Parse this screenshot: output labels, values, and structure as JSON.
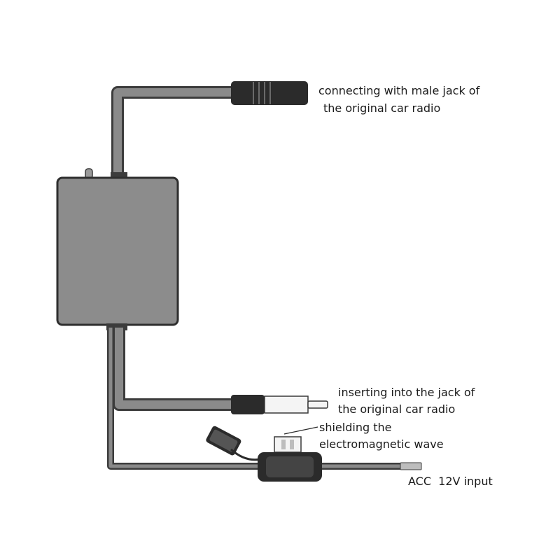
{
  "labels": {
    "male_jack": [
      "connecting with male jack of",
      "the original car radio"
    ],
    "radio_jack": [
      "inserting into the jack of",
      "the original car radio"
    ],
    "shielding": [
      "shielding the",
      "electromagnetic wave"
    ],
    "acc_input": "ACC  12V input"
  },
  "colors": {
    "cable_outer": "#3c3c3c",
    "cable_fill": "#8a8a8a",
    "box_fill": "#8c8c8c",
    "box_stroke": "#2e2e2e",
    "connector_dark": "#2b2b2b",
    "plug_white": "#f4f4f4"
  }
}
